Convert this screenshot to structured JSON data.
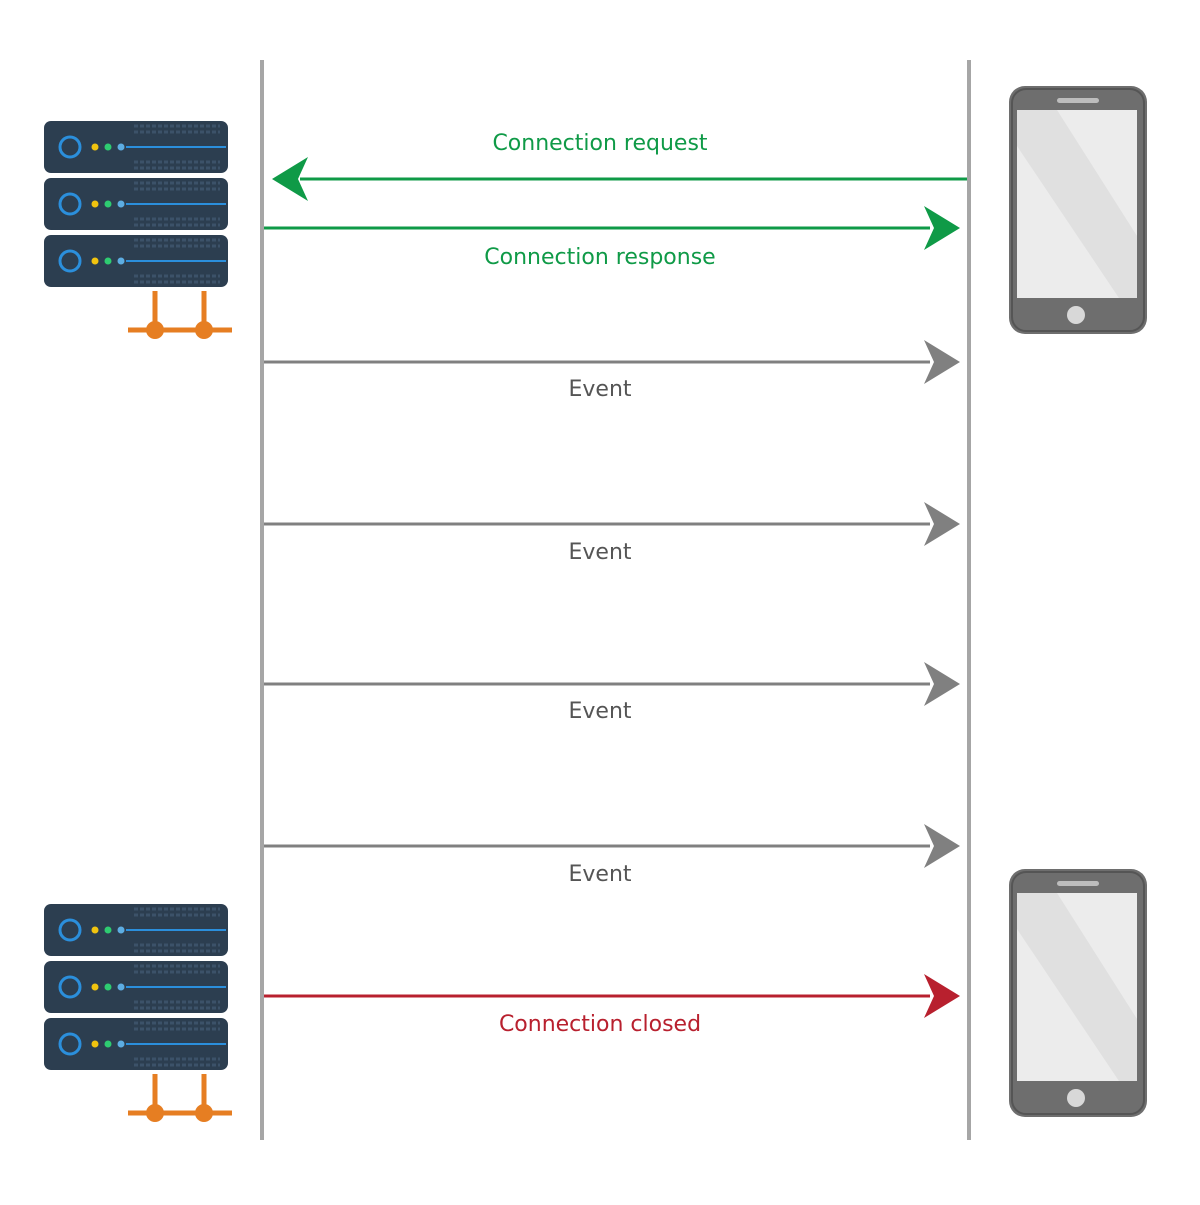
{
  "messages": [
    {
      "label": "Connection request",
      "color": "#0f9a47",
      "direction": "client-to-server"
    },
    {
      "label": "Connection response",
      "color": "#0f9a47",
      "direction": "server-to-client"
    },
    {
      "label": "Event",
      "color": "#808080",
      "direction": "server-to-client"
    },
    {
      "label": "Event",
      "color": "#808080",
      "direction": "server-to-client"
    },
    {
      "label": "Event",
      "color": "#808080",
      "direction": "server-to-client"
    },
    {
      "label": "Event",
      "color": "#808080",
      "direction": "server-to-client"
    },
    {
      "label": "Connection closed",
      "color": "#b8202e",
      "direction": "server-to-client"
    }
  ],
  "colors": {
    "lifeline": "#a6a6a6",
    "server_body": "#2c3e50",
    "server_accent": "#2b8fdc",
    "network": "#e67e22",
    "phone_body": "#6e6e6e",
    "phone_screen": "#e8e8e8"
  },
  "icons": [
    "server-icon",
    "phone-icon"
  ]
}
